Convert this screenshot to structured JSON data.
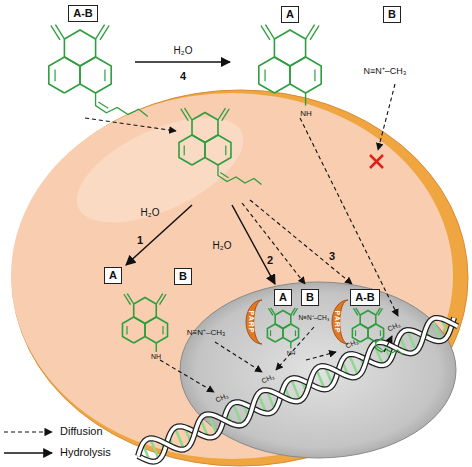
{
  "diagram": {
    "nodes": [
      {
        "text": [
          "A-B"
        ]
      },
      {
        "text": [
          "A"
        ]
      },
      {
        "text": [
          "B"
        ]
      },
      {
        "text": [
          "A"
        ]
      },
      {
        "text": [
          "B"
        ]
      },
      {
        "text": [
          "A"
        ]
      },
      {
        "text": [
          "B"
        ]
      },
      {
        "text": [
          "A-B"
        ]
      }
    ],
    "labels": [
      "H₂O",
      "4",
      "H₂O",
      "1",
      "H₂O",
      "2",
      "3",
      "N≡N⁺–CH₃",
      "NH",
      "NH",
      "N≡N⁺–CH₃",
      "PARP",
      "PARP",
      "NH",
      "N≡N⁺–CH₃",
      "CH₃",
      "CH₃",
      "CH₃",
      "CH₃"
    ],
    "legend": [
      {
        "text": "Diffusion"
      },
      {
        "text": "Hydrolysis"
      }
    ]
  }
}
